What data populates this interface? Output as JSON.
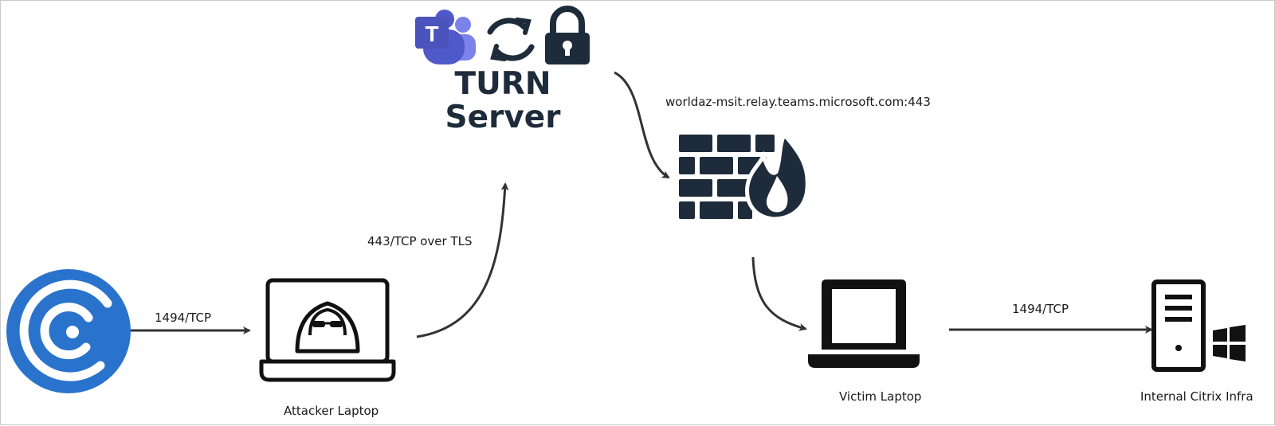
{
  "diagram": {
    "turn_server": {
      "line1": "TURN",
      "line2": "Server",
      "icons": [
        "microsoft-teams-icon",
        "sync-icon",
        "padlock-icon"
      ]
    },
    "labels": {
      "relay_host": "worldaz-msit.relay.teams.microsoft.com:443",
      "tls_link": "443/TCP over TLS",
      "citrix_to_attacker": "1494/TCP",
      "victim_to_infra": "1494/TCP"
    },
    "nodes": {
      "attacker": "Attacker Laptop",
      "victim": "Victim Laptop",
      "infra": "Internal Citrix Infra"
    },
    "node_icons": {
      "citrix_client": "citrix-workspace-icon",
      "attacker": "hacker-laptop-icon",
      "firewall": "firewall-icon",
      "victim": "laptop-icon",
      "infra": "server-tower-icon",
      "os": "windows-logo-icon"
    },
    "colors": {
      "citrix_blue": "#2a73cc",
      "teams_purple": "#5059c9",
      "icon_dark": "#1e2b3a",
      "arrow": "#333333"
    }
  }
}
